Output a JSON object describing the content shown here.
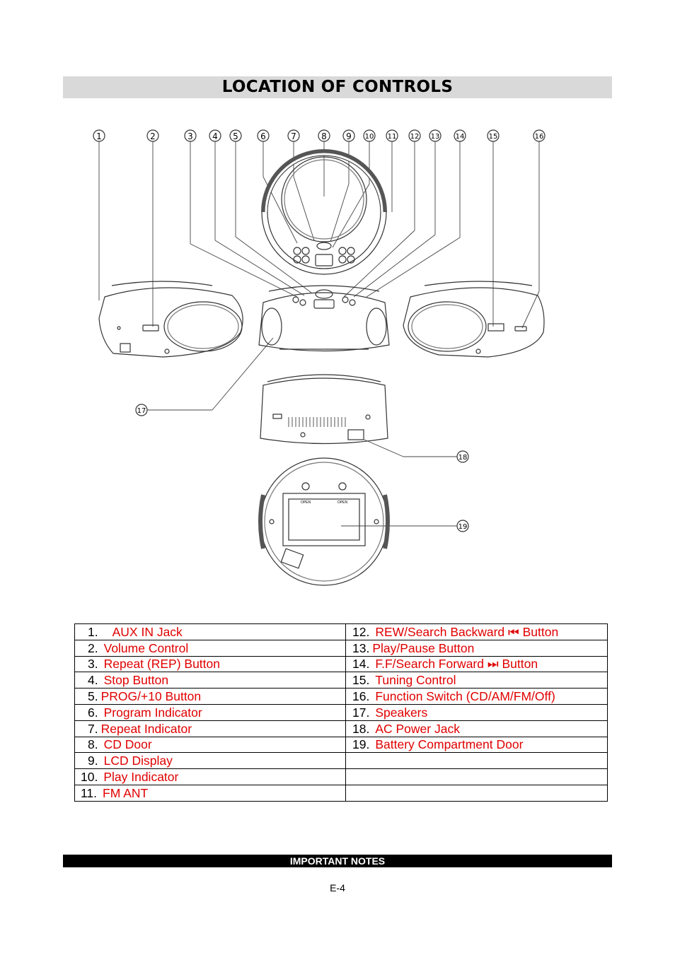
{
  "page": {
    "title": "LOCATION OF CONTROLS",
    "notes_heading": "IMPORTANT NOTES",
    "page_number": "E-4"
  },
  "callouts": [
    "1",
    "2",
    "3",
    "4",
    "5",
    "6",
    "7",
    "8",
    "9",
    "10",
    "11",
    "12",
    "13",
    "14",
    "15",
    "16",
    "17",
    "18",
    "19"
  ],
  "panel": {
    "open_label": "OPEN"
  },
  "controls_left": [
    {
      "num": "1.",
      "label": "AUX IN Jack"
    },
    {
      "num": "2.",
      "label": "Volume Control"
    },
    {
      "num": "3.",
      "label": "Repeat (REP) Button"
    },
    {
      "num": "4.",
      "label": "Stop Button"
    },
    {
      "num": "5.",
      "label": "PROG/+10  Button"
    },
    {
      "num": "6.",
      "label": "Program Indicator"
    },
    {
      "num": "7.",
      "label": "Repeat Indicator"
    },
    {
      "num": "8.",
      "label": "CD Door"
    },
    {
      "num": "9.",
      "label": "LCD Display"
    },
    {
      "num": "10.",
      "label": "Play Indicator"
    },
    {
      "num": "11.",
      "label": "FM ANT"
    }
  ],
  "controls_right": [
    {
      "num": "12.",
      "label": "REW/Search Backward ⏮ Button"
    },
    {
      "num": "13.",
      "label": "Play/Pause Button"
    },
    {
      "num": "14.",
      "label": "F.F/Search Forward ⏭ Button"
    },
    {
      "num": "15.",
      "label": "Tuning Control"
    },
    {
      "num": "16.",
      "label": "Function Switch (CD/AM/FM/Off)"
    },
    {
      "num": "17.",
      "label": "Speakers"
    },
    {
      "num": "18.",
      "label": "AC Power Jack"
    },
    {
      "num": "19.",
      "label": "Battery Compartment Door"
    }
  ]
}
